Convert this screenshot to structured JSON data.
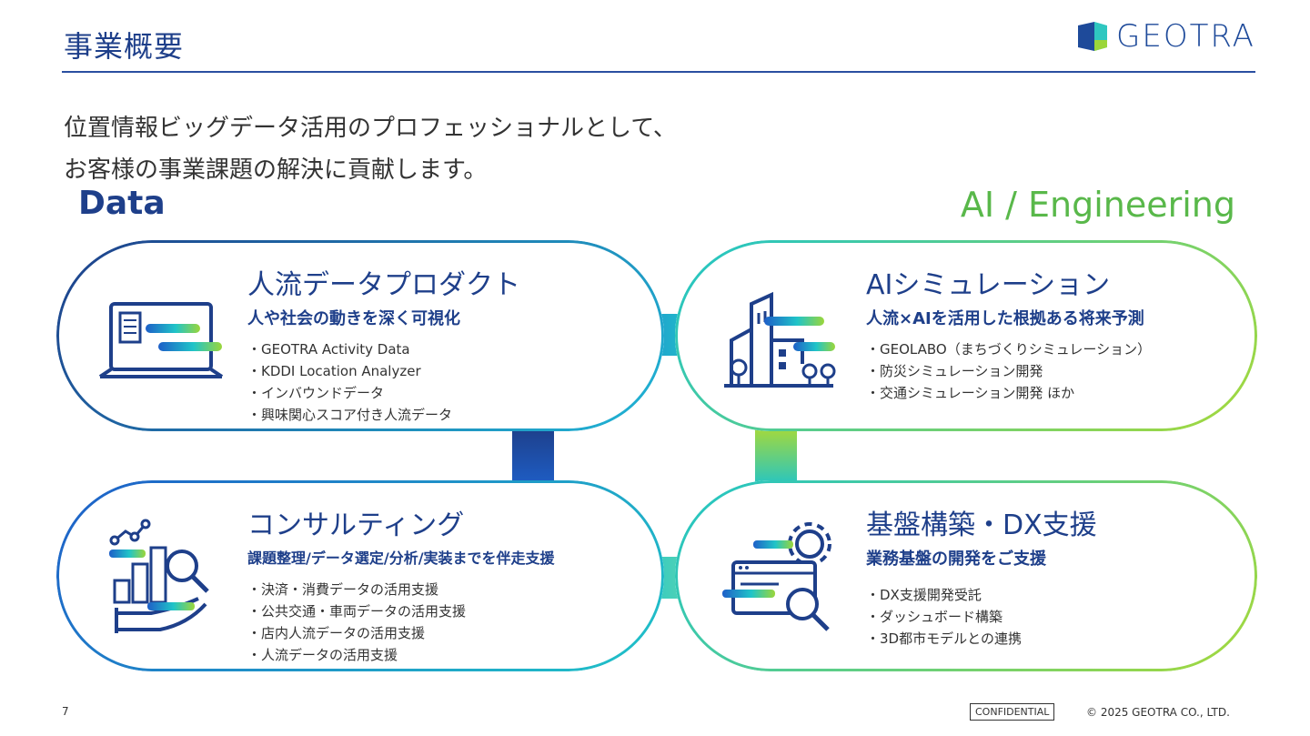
{
  "header": {
    "title": "事業概要",
    "logo_text": "GEOTRA"
  },
  "intro": {
    "line1": "位置情報ビッグデータ活用のプロフェッショナルとして、",
    "line2": "お客様の事業課題の解決に貢献します。"
  },
  "labels": {
    "data": "Data",
    "ai": "AI / Engineering"
  },
  "cards": {
    "people_flow": {
      "title": "人流データプロダクト",
      "subtitle": "人や社会の動きを深く可視化",
      "items": [
        "・GEOTRA Activity Data",
        "・KDDI Location Analyzer",
        "・インバウンドデータ",
        "・興味関心スコア付き人流データ"
      ],
      "icon": "laptop-icon"
    },
    "ai_sim": {
      "title": "AIシミュレーション",
      "subtitle": "人流×AIを活用した根拠ある将来予測",
      "items": [
        "・GEOLABO（まちづくりシミュレーション）",
        "・防災シミュレーション開発",
        "・交通シミュレーション開発 ほか"
      ],
      "icon": "city-buildings-icon"
    },
    "consulting": {
      "title": "コンサルティング",
      "subtitle": "課題整理/データ選定/分析/実装までを伴走支援",
      "items": [
        "・決済・消費データの活用支援",
        "・公共交通・車両データの活用支援",
        "・店内人流データの活用支援",
        "・人流データの活用支援"
      ],
      "icon": "chart-magnifier-icon"
    },
    "dx": {
      "title": "基盤構築・DX支援",
      "subtitle": "業務基盤の開発をご支援",
      "items": [
        "・DX支援開発受託",
        "・ダッシュボード構築",
        "・3D都市モデルとの連携"
      ],
      "icon": "gear-window-icon"
    }
  },
  "footer": {
    "page": "7",
    "confidential": "CONFIDENTIAL",
    "copyright": "© 2025 GEOTRA CO., LTD."
  },
  "colors": {
    "navy": "#1e3f8a",
    "blue": "#2a6fd1",
    "teal": "#20c4c8",
    "green": "#8cd13f"
  }
}
